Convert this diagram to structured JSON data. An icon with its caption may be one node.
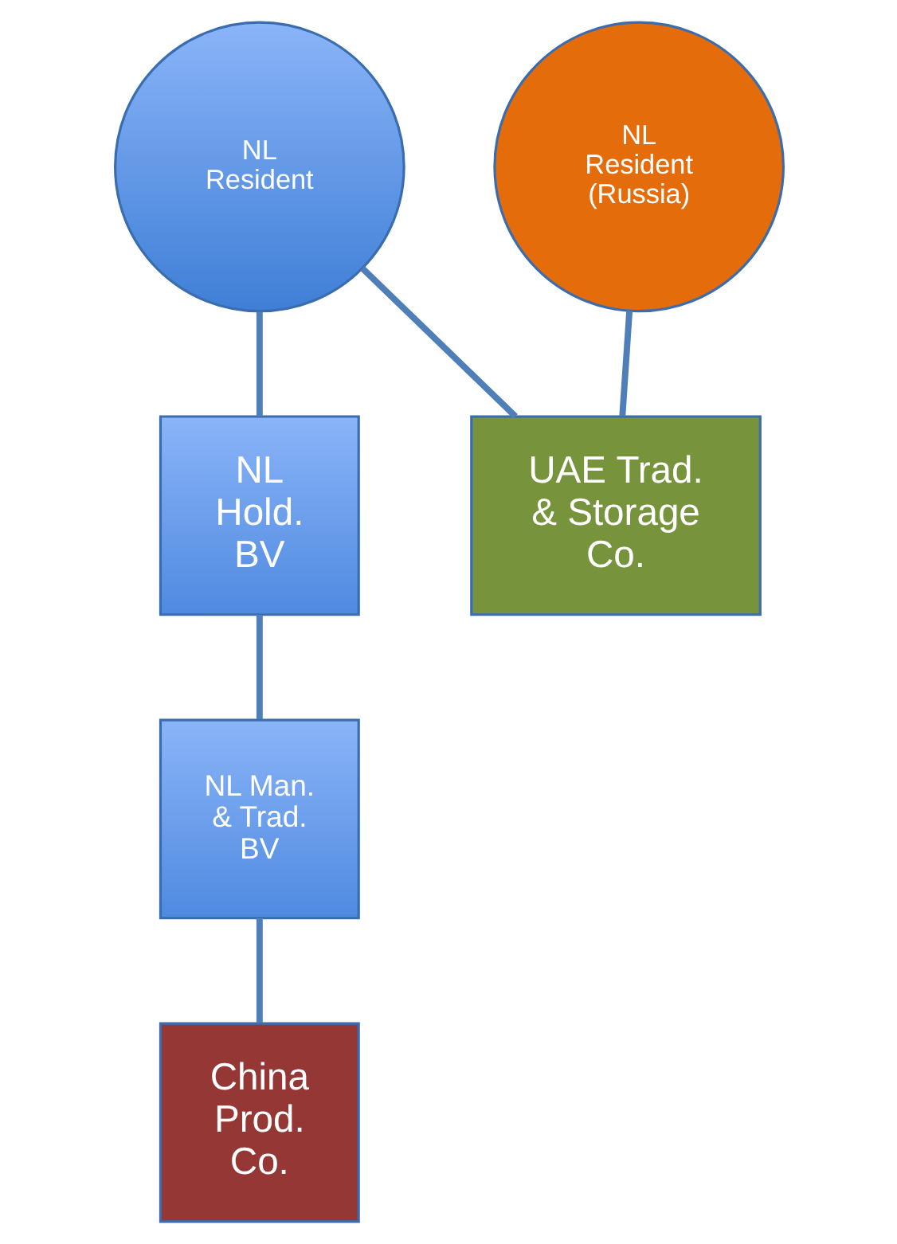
{
  "diagram": {
    "nodes": [
      {
        "text": [
          "NL Resident"
        ]
      },
      {
        "text": [
          "NL Resident (Russia)"
        ]
      },
      {
        "text": [
          "NL Hold. BV"
        ]
      },
      {
        "text": [
          "UAE Trad. & Storage Co."
        ]
      },
      {
        "text": [
          "NL Man. & Trad. BV"
        ]
      },
      {
        "text": [
          "China Prod. Co."
        ]
      }
    ],
    "edges": [
      {
        "from": 0,
        "to": 2,
        "arrow": "none"
      },
      {
        "from": 0,
        "to": 3,
        "arrow": "none"
      },
      {
        "from": 1,
        "to": 3,
        "arrow": "none"
      },
      {
        "from": 2,
        "to": 4,
        "arrow": "none"
      },
      {
        "from": 4,
        "to": 5,
        "arrow": "none"
      }
    ]
  }
}
